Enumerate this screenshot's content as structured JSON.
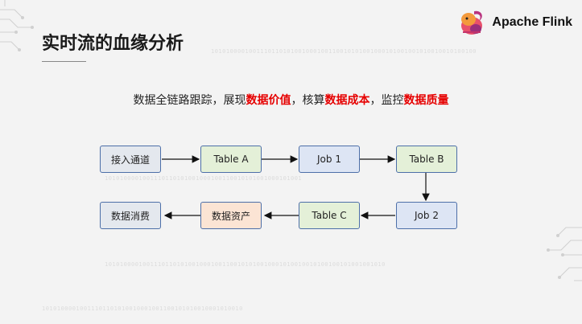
{
  "header": {
    "title": "实时流的血缘分析",
    "brand_name": "Apache Flink",
    "logo_icon": "flink-squirrel-logo"
  },
  "subtitle": {
    "parts": [
      {
        "text": "数据全链路跟踪，展现",
        "highlight": false
      },
      {
        "text": "数据价值",
        "highlight": true
      },
      {
        "text": "，核算",
        "highlight": false
      },
      {
        "text": "数据成本",
        "highlight": true
      },
      {
        "text": "，监控",
        "highlight": false
      },
      {
        "text": "数据质量",
        "highlight": true
      }
    ]
  },
  "flow": {
    "nodes": [
      {
        "id": "n1",
        "label": "接入通道",
        "color": "#e4e8ee"
      },
      {
        "id": "n2",
        "label": "Table A",
        "color": "#e4f0d8"
      },
      {
        "id": "n3",
        "label": "Job 1",
        "color": "#dde5f4"
      },
      {
        "id": "n4",
        "label": "Table B",
        "color": "#e4f0d8"
      },
      {
        "id": "n5",
        "label": "Job 2",
        "color": "#dde5f4"
      },
      {
        "id": "n6",
        "label": "Table C",
        "color": "#e4f0d8"
      },
      {
        "id": "n7",
        "label": "数据资产",
        "color": "#fbe4d4"
      },
      {
        "id": "n8",
        "label": "数据消费",
        "color": "#e4e8ee"
      }
    ],
    "edges": [
      [
        "n1",
        "n2"
      ],
      [
        "n2",
        "n3"
      ],
      [
        "n3",
        "n4"
      ],
      [
        "n4",
        "n5"
      ],
      [
        "n5",
        "n6"
      ],
      [
        "n6",
        "n7"
      ],
      [
        "n7",
        "n8"
      ]
    ]
  },
  "colors": {
    "highlight": "#e60000",
    "node_border": "#4d6fa8"
  }
}
